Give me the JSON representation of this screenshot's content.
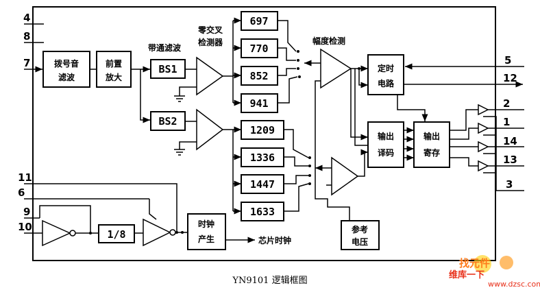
{
  "caption": "YN9101 逻辑框图",
  "pins": {
    "p4": "4",
    "p8": "8",
    "p7": "7",
    "p11": "11",
    "p6": "6",
    "p9": "9",
    "p10": "10",
    "p5": "5",
    "p12": "12",
    "p2": "2",
    "p1": "1",
    "p14": "14",
    "p13": "13",
    "p3": "3"
  },
  "blocks": {
    "dial_filter_l1": "拨号音",
    "dial_filter_l2": "滤波",
    "preamp_l1": "前置",
    "preamp_l2": "放大",
    "bs1": "BS1",
    "bs2": "BS2",
    "divider": "1/8",
    "clock_l1": "时钟",
    "clock_l2": "产生",
    "timer_l1": "定时",
    "timer_l2": "电路",
    "decode_l1": "输出",
    "decode_l2": "译码",
    "latch_l1": "输出",
    "latch_l2": "寄存",
    "ref_l1": "参考",
    "ref_l2": "电压"
  },
  "labels": {
    "bandpass": "带通滤波",
    "zerocross_l1": "零交叉",
    "zerocross_l2": "检测器",
    "amplitude": "幅度检测",
    "chip_clock": "芯片时钟"
  },
  "freqs_low": [
    "697",
    "770",
    "852",
    "941"
  ],
  "freqs_high": [
    "1209",
    "1336",
    "1447",
    "1633"
  ],
  "watermark": {
    "line1": "找元件",
    "line2": "维库一下",
    "url": "www.dzsc.com"
  }
}
